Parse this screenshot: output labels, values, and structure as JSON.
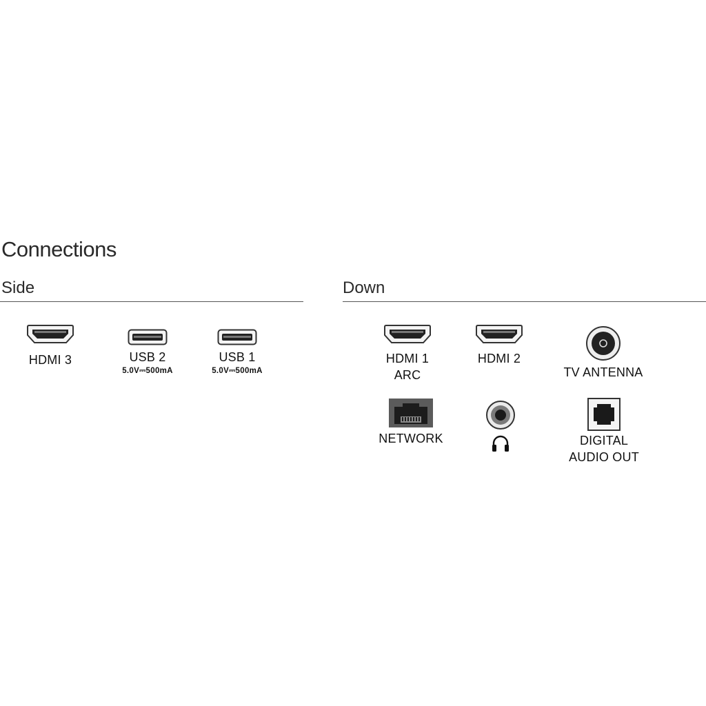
{
  "title": "Connections",
  "side": {
    "heading": "Side",
    "ports": [
      {
        "label": "HDMI 3",
        "icon": "hdmi-port-icon"
      },
      {
        "label": "USB 2",
        "spec": "5.0V⎓500mA",
        "icon": "usb-port-icon"
      },
      {
        "label": "USB 1",
        "spec": "5.0V⎓500mA",
        "icon": "usb-port-icon"
      }
    ]
  },
  "down": {
    "heading": "Down",
    "ports": [
      {
        "label_line1": "HDMI 1",
        "label_line2": "ARC",
        "icon": "hdmi-port-icon"
      },
      {
        "label": "HDMI 2",
        "icon": "hdmi-port-icon"
      },
      {
        "label": "TV ANTENNA",
        "icon": "antenna-port-icon"
      },
      {
        "label": "NETWORK",
        "icon": "ethernet-port-icon"
      },
      {
        "icon": "headphone-jack-icon"
      },
      {
        "label_line1": "DIGITAL",
        "label_line2": "AUDIO OUT",
        "icon": "optical-port-icon"
      }
    ]
  }
}
